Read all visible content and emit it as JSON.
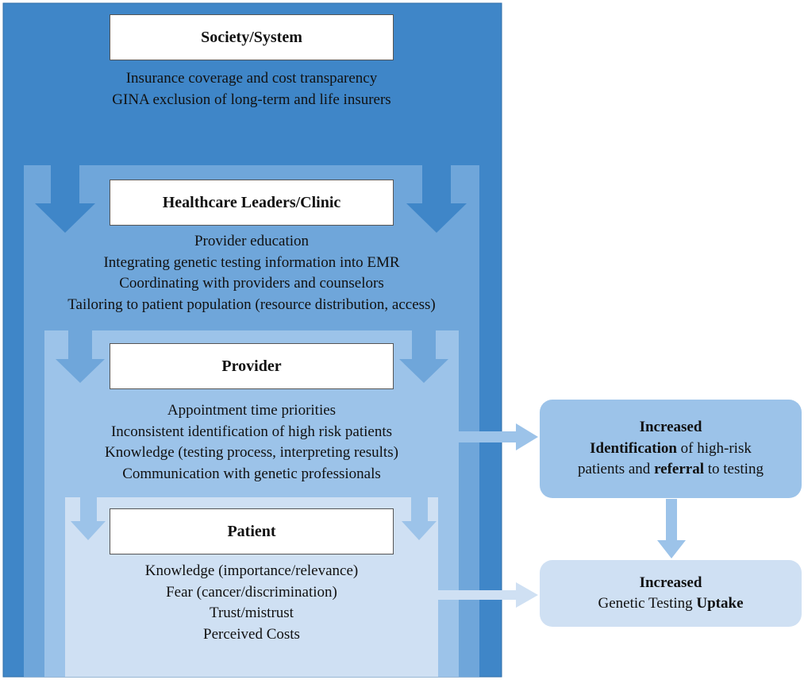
{
  "levels": {
    "society": {
      "title": "Society/System",
      "items": [
        "Insurance coverage and cost transparency",
        "GINA exclusion of long-term and life insurers"
      ]
    },
    "healthcare": {
      "title": "Healthcare Leaders/Clinic",
      "items": [
        "Provider education",
        "Integrating genetic testing information into EMR",
        "Coordinating with providers and counselors",
        "Tailoring to patient population (resource distribution, access)"
      ]
    },
    "provider": {
      "title": "Provider",
      "items": [
        "Appointment time priorities",
        "Inconsistent identification of high risk patients",
        "Knowledge (testing process, interpreting results)",
        "Communication with genetic professionals"
      ]
    },
    "patient": {
      "title": "Patient",
      "items": [
        "Knowledge (importance/relevance)",
        "Fear (cancer/discrimination)",
        "Trust/mistrust",
        "Perceived Costs"
      ]
    }
  },
  "outcomes": {
    "identification": {
      "line1": "Increased",
      "line2_bold": "Identification",
      "line2_rest": " of high-risk",
      "line3_start": "patients and ",
      "line3_bold": "referral",
      "line3_rest": " to testing"
    },
    "uptake": {
      "line1": "Increased",
      "line2_start": "Genetic Testing ",
      "line2_bold": "Uptake"
    }
  },
  "colors": {
    "society_bg": "#3f86c8",
    "healthcare_bg": "#6fa6da",
    "provider_bg": "#9cc3e9",
    "patient_bg": "#cfe0f3",
    "identification_box": "#9cc3e9",
    "uptake_box": "#cfe0f3"
  }
}
